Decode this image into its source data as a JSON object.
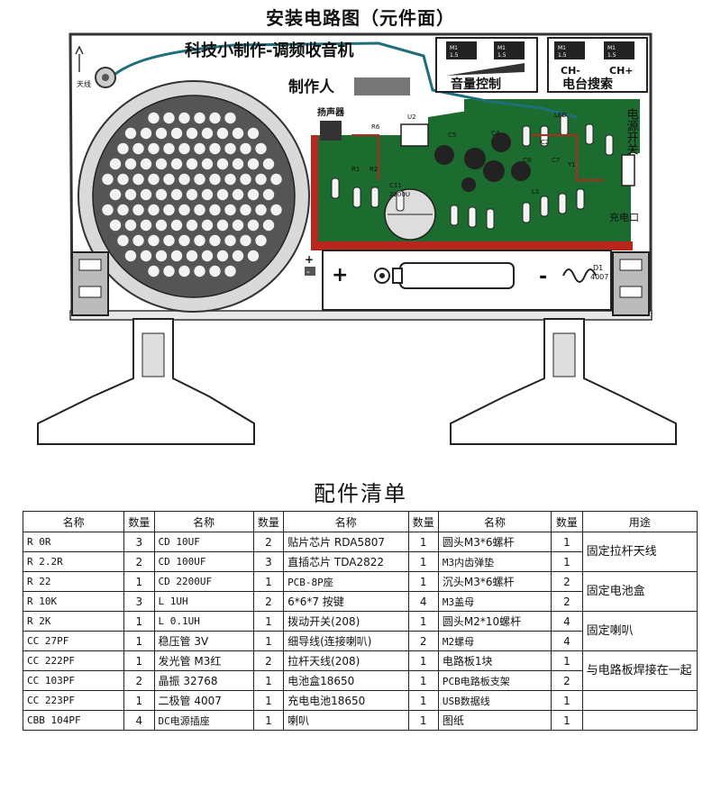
{
  "diagram": {
    "title": "安装电路图（元件面）",
    "board_title": "科技小制作-调频收音机",
    "maker_label": "制作人",
    "volume_label": "音量控制",
    "tuning_label": "电台搜索",
    "power_switch_label": "电源开关",
    "antenna_label": "天线",
    "speaker_label": "扬声器",
    "pot_markers": [
      "M1",
      "1.5"
    ],
    "ch_labels": [
      "CH-",
      "CH+"
    ],
    "plus_sign": "+",
    "minus_sign": "-",
    "battery_plus": "+",
    "battery_minus": "-",
    "diode_label": "D1",
    "diode_value": "4007",
    "dc_label": "充电口",
    "component_labels": [
      "R6",
      "U2",
      "C11",
      "2200U",
      "C5",
      "R1",
      "R2",
      "C2",
      "C4",
      "C8",
      "C7",
      "L1",
      "Y1",
      "LED"
    ]
  },
  "parts": {
    "title": "配件清单",
    "headers": [
      "名称",
      "数量",
      "名称",
      "数量",
      "名称",
      "数量",
      "名称",
      "数量",
      "用途"
    ],
    "rows": [
      [
        "R   0R",
        "3",
        "CD   10UF",
        "2",
        "贴片芯片 RDA5807",
        "1",
        "圆头M3*6螺杆",
        "1"
      ],
      [
        "R   2.2R",
        "2",
        "CD   100UF",
        "3",
        "直插芯片 TDA2822",
        "1",
        "M3内齿弹垫",
        "1"
      ],
      [
        "R   22",
        "1",
        "CD  2200UF",
        "1",
        "PCB-8P座",
        "1",
        "沉头M3*6螺杆",
        "2"
      ],
      [
        "R   10K",
        "3",
        "L   1UH",
        "2",
        "6*6*7 按键",
        "4",
        "M3盖母",
        "2"
      ],
      [
        "R   2K",
        "1",
        "L   0.1UH",
        "1",
        "拨动开关(208)",
        "1",
        "圆头M2*10螺杆",
        "4"
      ],
      [
        "CC   27PF",
        "1",
        "稳压管 3V",
        "1",
        "细导线(连接喇叭)",
        "2",
        "M2螺母",
        "4"
      ],
      [
        "CC   222PF",
        "1",
        "发光管  M3红",
        "2",
        "拉杆天线(208)",
        "1",
        "电路板1块",
        "1"
      ],
      [
        "CC   103PF",
        "2",
        "晶振  32768",
        "1",
        "电池盒18650",
        "1",
        "PCB电路板支架",
        "2"
      ],
      [
        "CC   223PF",
        "1",
        "二极管  4007",
        "1",
        "充电电池18650",
        "1",
        "USB数据线",
        "1"
      ],
      [
        "CBB  104PF",
        "4",
        "DC电源插座",
        "1",
        "喇叭",
        "1",
        "图纸",
        "1"
      ]
    ],
    "uses": [
      "固定拉杆天线",
      "固定电池盒",
      "固定喇叭",
      "与电路板焊接在一起"
    ]
  }
}
